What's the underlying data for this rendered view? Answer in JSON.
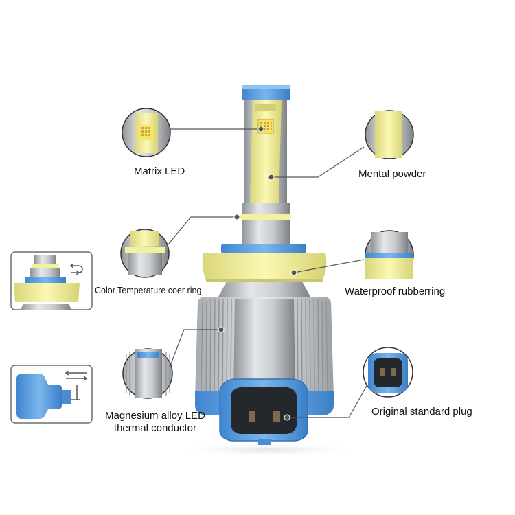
{
  "labels": {
    "matrix_led": "Matrix LED",
    "mental_powder": "Mental powder",
    "color_temperature_ring": "Color Temperature coer ring",
    "waterproof_rubberring": "Waterproof rubberring",
    "magnesium_line1": "Magnesium alloy LED",
    "magnesium_line2": "thermal conductor",
    "original_plug": "Original standard plug"
  },
  "colors": {
    "yellow": "#f2ef9a",
    "blue": "#5b9fde",
    "silver": "#b9bcc0",
    "dark": "#2a2d33",
    "leader": "#555555"
  }
}
